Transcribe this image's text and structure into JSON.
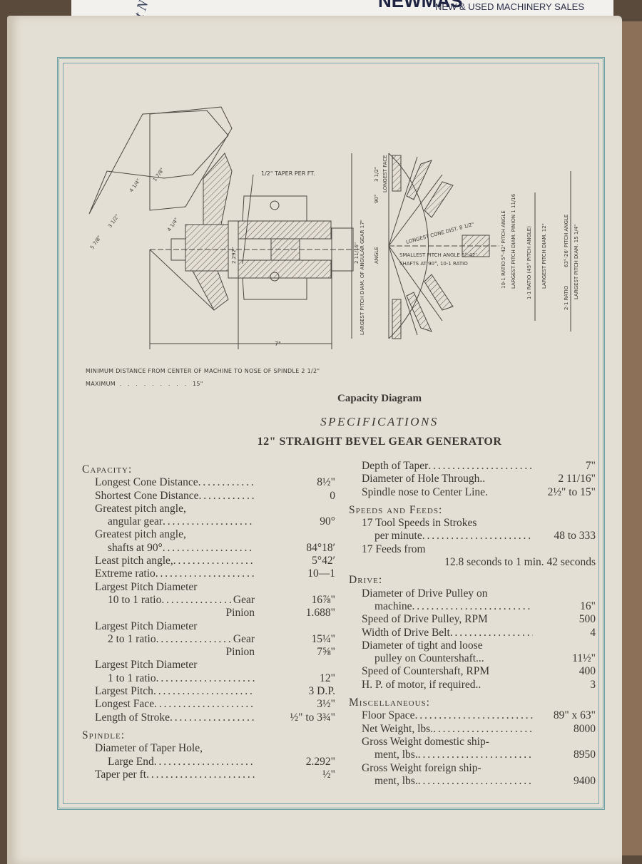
{
  "background_sheet": {
    "brand": "NEWMAS",
    "subtitle": "NEW & USED MACHINERY SALES",
    "handwriting": "ht N"
  },
  "diagram": {
    "labels_left": [
      "1/2\" TAPER PER FT.",
      "4 1/4\"",
      "1 7/8\"",
      "3 1/2\"",
      "5 7/8\"",
      "4 1/4\"",
      "2.292\"",
      "2 11/16\"",
      "7\""
    ],
    "labels_right": [
      "LARGEST PITCH DIAM. OF ANGULAR GEAR 17\"",
      "ANGLE",
      "90°",
      "3 1/2\"",
      "LONGEST FACE",
      "LONGEST CONE DIST. 8 1/2\"",
      "SMALLEST PITCH ANGLE 5°-42'",
      "SHAFTS AT 90°, 10-1 RATIO",
      "10-1 RATIO",
      "5°-42' PITCH ANGLE",
      "LARGEST PITCH DIAM. PINION 1 11/16",
      "1-1 RATIO (45° PITCH ANGLE)",
      "LARGEST PITCH DIAM. 12\"",
      "2-1 RATIO",
      "63°-26' PITCH ANGLE",
      "LARGEST PITCH DIAM. 15 1/4\""
    ],
    "min_note": "MINIMUM DISTANCE FROM CENTER OF MACHINE TO NOSE OF SPINDLE 2 1/2\"",
    "max_note": "MAXIMUM  .   .   .   .   .   .   .   .   .   15\""
  },
  "caption": "Capacity Diagram",
  "specs_title": "SPECIFICATIONS",
  "machine_title": "12\" STRAIGHT BEVEL GEAR GENERATOR",
  "left_column": [
    {
      "h": "Capacity:"
    },
    {
      "l": "Longest Cone Distance",
      "v": "8½\"",
      "i": 1,
      "d": 1
    },
    {
      "l": "Shortest Cone Distance",
      "v": "0",
      "i": 1,
      "d": 1
    },
    {
      "l": "Greatest pitch angle,",
      "v": "",
      "i": 1
    },
    {
      "l": "angular gear",
      "v": "90°",
      "i": 2,
      "d": 1
    },
    {
      "l": "Greatest pitch angle,",
      "v": "",
      "i": 1
    },
    {
      "l": "shafts at 90°",
      "v": "84°18′",
      "i": 2,
      "d": 1
    },
    {
      "l": "Least pitch angle,",
      "v": "5°42′",
      "i": 1,
      "d": 1
    },
    {
      "l": "Extreme ratio",
      "v": "10—1",
      "i": 1,
      "d": 1
    },
    {
      "l": "Largest Pitch Diameter",
      "v": "",
      "i": 1
    },
    {
      "l": "10 to 1 ratio",
      "m": "Gear",
      "v": "16⅞\"",
      "i": 2,
      "d": 1
    },
    {
      "l": "",
      "m": "Pinion",
      "v": "1.688\"",
      "i": 2
    },
    {
      "l": "Largest Pitch Diameter",
      "v": "",
      "i": 1
    },
    {
      "l": "2 to 1 ratio",
      "m": "Gear",
      "v": "15¼\"",
      "i": 2,
      "d": 1
    },
    {
      "l": "",
      "m": "Pinion",
      "v": "7⅝\"",
      "i": 2
    },
    {
      "l": "Largest Pitch Diameter",
      "v": "",
      "i": 1
    },
    {
      "l": "1 to 1 ratio",
      "v": "12\"",
      "i": 2,
      "d": 1
    },
    {
      "l": "Largest Pitch",
      "v": "3 D.P.",
      "i": 1,
      "d": 1
    },
    {
      "l": "Longest Face",
      "v": "3½\"",
      "i": 1,
      "d": 1
    },
    {
      "l": "Length of Stroke",
      "v": "½\" to 3¾\"",
      "i": 1,
      "d": 1
    },
    {
      "h": "Spindle:"
    },
    {
      "l": "Diameter of Taper Hole,",
      "v": "",
      "i": 1
    },
    {
      "l": "Large End",
      "v": "2.292\"",
      "i": 2,
      "d": 1
    },
    {
      "l": "Taper per ft",
      "v": "½\"",
      "i": 1,
      "d": 1
    }
  ],
  "right_column": [
    {
      "l": "Depth of Taper",
      "v": "7\"",
      "i": 1,
      "d": 1
    },
    {
      "l": "Diameter of Hole Through..",
      "v": "2 11/16\"",
      "i": 1
    },
    {
      "l": "Spindle nose to Center Line.",
      "v": "2½\" to 15\"",
      "i": 1
    },
    {
      "h": "Speeds and Feeds:"
    },
    {
      "l": "17 Tool Speeds in Strokes",
      "v": "",
      "i": 1
    },
    {
      "l": "per minute",
      "v": "48 to 333",
      "i": 2,
      "d": 1
    },
    {
      "l": "17 Feeds from",
      "v": "",
      "i": 1
    },
    {
      "l": "",
      "v": "12.8 seconds to 1 min. 42 seconds",
      "i": 1
    },
    {
      "h": "Drive:"
    },
    {
      "l": "Diameter of Drive Pulley on",
      "v": "",
      "i": 1
    },
    {
      "l": "machine",
      "v": "16\"",
      "i": 2,
      "d": 1
    },
    {
      "l": "Speed of Drive Pulley, RPM",
      "v": "500",
      "i": 1
    },
    {
      "l": "Width of Drive Belt",
      "v": "4",
      "i": 1,
      "d": 1
    },
    {
      "l": "Diameter of tight and loose",
      "v": "",
      "i": 1
    },
    {
      "l": "pulley on Countershaft...",
      "v": "11½\"",
      "i": 2
    },
    {
      "l": "Speed of Countershaft, RPM",
      "v": "400",
      "i": 1
    },
    {
      "l": "H. P. of motor, if required..",
      "v": "3",
      "i": 1
    },
    {
      "h": "Miscellaneous:"
    },
    {
      "l": "Floor Space",
      "v": "89\" x 63\"",
      "i": 1,
      "d": 1
    },
    {
      "l": "Net Weight, lbs.",
      "v": "8000",
      "i": 1,
      "d": 1
    },
    {
      "l": "Gross Weight domestic ship-",
      "v": "",
      "i": 1
    },
    {
      "l": "ment, lbs.",
      "v": "8950",
      "i": 2,
      "d": 1
    },
    {
      "l": "Gross Weight foreign ship-",
      "v": "",
      "i": 1
    },
    {
      "l": "ment, lbs.",
      "v": "9400",
      "i": 2,
      "d": 1
    }
  ]
}
